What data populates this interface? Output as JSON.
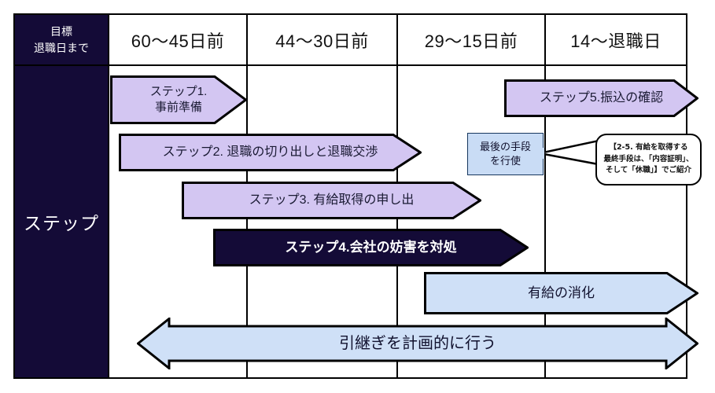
{
  "table": {
    "header": {
      "corner_line1": "目標",
      "corner_line2": "退職日まで",
      "columns": [
        {
          "label": "60〜45日前"
        },
        {
          "label": "44〜30日前"
        },
        {
          "label": "29〜15日前"
        },
        {
          "label": "14〜退職日"
        }
      ]
    },
    "row_label": "ステップ"
  },
  "steps": [
    {
      "id": "step1",
      "text_line1": "ステップ1.",
      "text_line2": "事前準備",
      "style": "purple",
      "arrow": "right"
    },
    {
      "id": "step2",
      "text_line1": "ステップ2. 退職の切り出しと退職交渉",
      "style": "purple",
      "arrow": "right"
    },
    {
      "id": "step3",
      "text_line1": "ステップ3. 有給取得の申し出",
      "style": "purple",
      "arrow": "right"
    },
    {
      "id": "step4",
      "text_line1": "ステップ4.会社の妨害を対処",
      "style": "dark",
      "arrow": "right"
    },
    {
      "id": "step5",
      "text_line1": "ステップ5.振込の確認",
      "style": "purple",
      "arrow": "right"
    },
    {
      "id": "paid-leave",
      "text_line1": "有給の消化",
      "style": "blue",
      "arrow": "right"
    },
    {
      "id": "handover",
      "text_line1": "引継ぎを計画的に行う",
      "style": "blue",
      "arrow": "both"
    }
  ],
  "last_resort": {
    "line1": "最後の手段",
    "line2": "を行使"
  },
  "callout": {
    "line1": "【2-5. 有給を取得する",
    "line2": "最終手段は、「内容証明」、",
    "line3": "そして「休職」】でご紹介"
  },
  "colors": {
    "header_dark": "#140b37",
    "purple_fill": "#d3c6f2",
    "dark_fill": "#140b37",
    "blue_fill": "#cfe0f7",
    "last_resort_fill": "#c9dcf5",
    "outline": "#000000"
  }
}
